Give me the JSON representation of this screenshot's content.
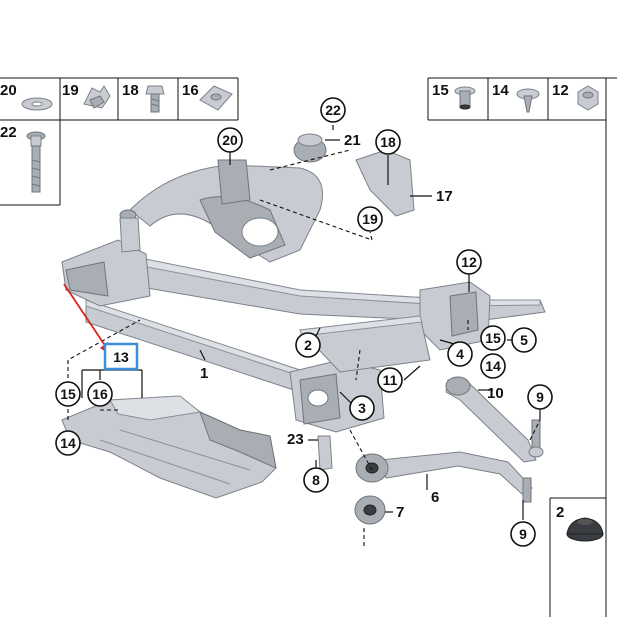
{
  "legend_top_left": {
    "row1": [
      "20",
      "19",
      "18",
      "16"
    ],
    "row2": [
      "22"
    ]
  },
  "legend_top_right": [
    "15",
    "14",
    "12"
  ],
  "legend_bottom_right": "2",
  "callouts": {
    "c22": "22",
    "c21": "21",
    "c20": "20",
    "c18": "18",
    "c17": "17",
    "c19": "19",
    "c12": "12",
    "c15a": "15",
    "c5": "5",
    "c14a": "14",
    "c4": "4",
    "c2": "2",
    "c1": "1",
    "c13": "13",
    "c15b": "15",
    "c16": "16",
    "c14b": "14",
    "c11": "11",
    "c10": "10",
    "c9a": "9",
    "c3": "3",
    "c23": "23",
    "c8": "8",
    "c6": "6",
    "c7": "7",
    "c9b": "9"
  },
  "colors": {
    "highlight_box": "#3a8fd6",
    "arrow": "#d9261c",
    "part_fill": "#c8ccd2"
  },
  "icons": [
    "washer-icon",
    "clip-nut-icon",
    "bolt-icon",
    "cage-nut-icon",
    "rivet-nut-icon",
    "push-rivet-icon",
    "hex-nut-icon",
    "rubber-cap-icon"
  ]
}
